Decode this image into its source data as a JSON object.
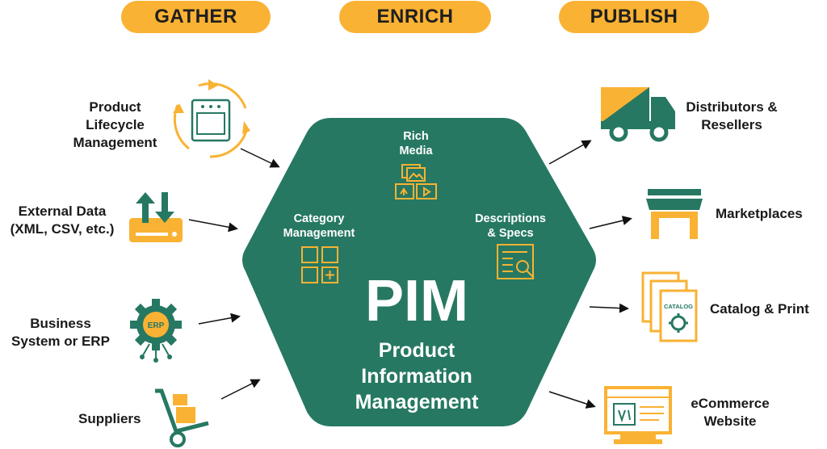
{
  "stages": {
    "gather": "GATHER",
    "enrich": "ENRICH",
    "publish": "PUBLISH"
  },
  "inputs": {
    "plm": "Product\nLifecycle\nManagement",
    "external": "External Data\n(XML, CSV, etc.)",
    "erp": "Business\nSystem or ERP",
    "erp_icon_text": "ERP",
    "suppliers": "Suppliers"
  },
  "hub": {
    "acronym": "PIM",
    "full_name": "Product\nInformation\nManagement",
    "rich_media": "Rich\nMedia",
    "category": "Category\nManagement",
    "descriptions": "Descriptions\n& Specs"
  },
  "outputs": {
    "distributors": "Distributors &\nResellers",
    "marketplaces": "Marketplaces",
    "catalog": "Catalog & Print",
    "catalog_icon_text": "CATALOG",
    "ecommerce": "eCommerce\nWebsite"
  },
  "colors": {
    "accent": "#f9b233",
    "hub": "#267862",
    "ink": "#1a1a1a"
  },
  "icons": [
    "oven-cycle-icon",
    "upload-download-icon",
    "erp-gear-icon",
    "hand-truck-icon",
    "image-media-icon",
    "grid-category-icon",
    "document-search-icon",
    "delivery-truck-icon",
    "storefront-icon",
    "catalog-pages-icon",
    "website-icon"
  ]
}
